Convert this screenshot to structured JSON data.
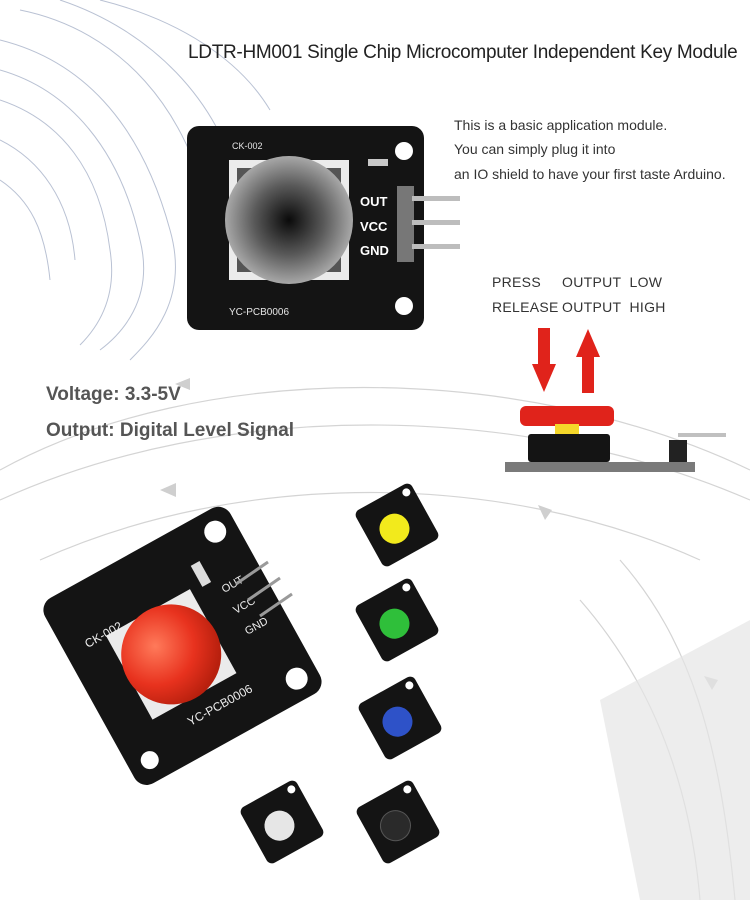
{
  "header": {
    "title": "LDTR-HM001 Single Chip Microcomputer Independent Key Module"
  },
  "description": {
    "lines": [
      "This is a basic application module.",
      "You can simply plug it into",
      "an IO shield to have your first taste Arduino."
    ]
  },
  "board_top": {
    "model_label": "CK-002",
    "pcb_label": "YC-PCB0006",
    "pins": [
      "OUT",
      "VCC",
      "GND"
    ]
  },
  "signal_table": {
    "press": "PRESS",
    "release": "RELEASE",
    "press_output": "OUTPUT  LOW",
    "release_output": "OUTPUT  HIGH"
  },
  "specs": {
    "voltage": "Voltage: 3.3-5V",
    "output": "Output: Digital Level Signal"
  },
  "board_large": {
    "model_label": "CK-002",
    "pcb_label": "YC-PCB0006",
    "pins": [
      "OUT",
      "VCC",
      "GND"
    ],
    "cap_color": "#e8321e"
  },
  "variants": [
    {
      "color_name": "yellow",
      "cap_color": "#f2ea1c"
    },
    {
      "color_name": "green",
      "cap_color": "#2fbf3a"
    },
    {
      "color_name": "blue",
      "cap_color": "#2e52c8"
    },
    {
      "color_name": "white",
      "cap_color": "#e6e6e6"
    },
    {
      "color_name": "black",
      "cap_color": "#1b1b1b"
    }
  ],
  "colors": {
    "board": "#141414",
    "arrow_red": "#e0231b",
    "accent_line": "#5a6a8a"
  }
}
